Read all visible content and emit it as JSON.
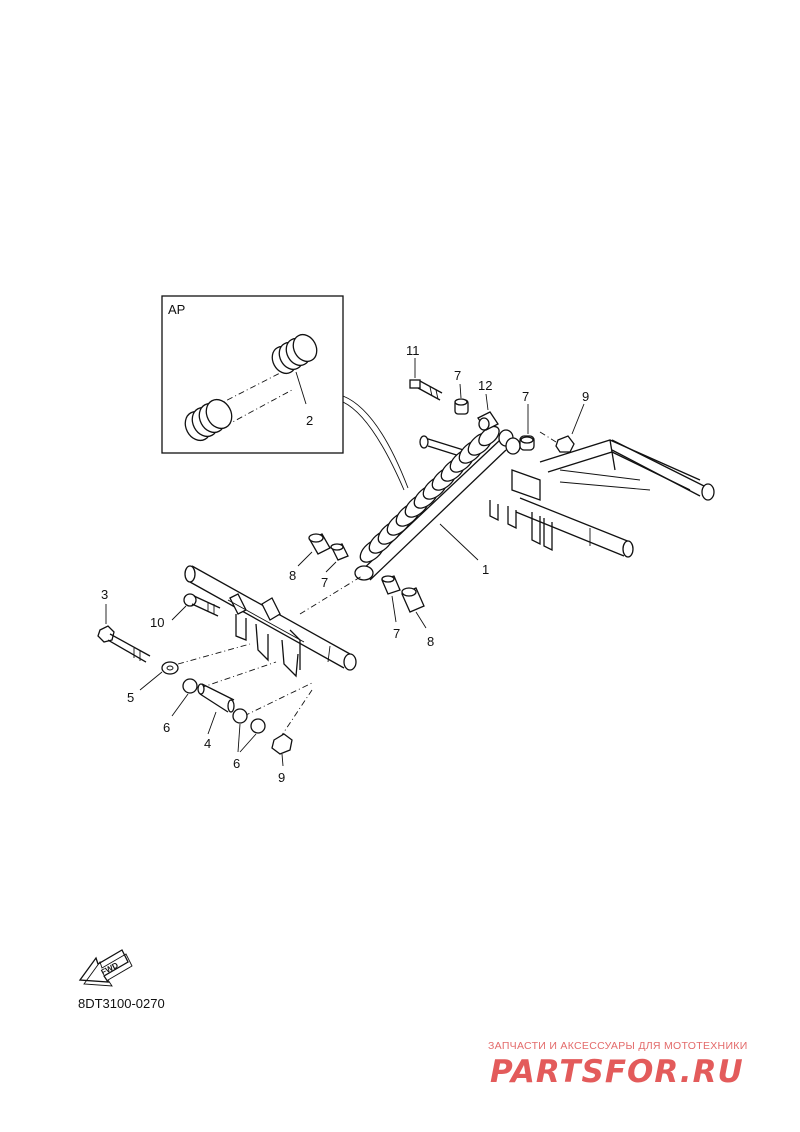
{
  "inset": {
    "label": "AP"
  },
  "callouts": {
    "p1": "1",
    "p2": "2",
    "p3": "3",
    "p4": "4",
    "p5": "5",
    "p6a": "6",
    "p6b": "6",
    "p7a": "7",
    "p7b": "7",
    "p7c": "7",
    "p7d": "7",
    "p8a": "8",
    "p8b": "8",
    "p9a": "9",
    "p9b": "9",
    "p10": "10",
    "p11": "11",
    "p12": "12"
  },
  "fwd": {
    "label": "FWD"
  },
  "drawing_code": "8DT3100-0270",
  "watermark": {
    "tagline": "ЗАПЧАСТИ И АКСЕССУАРЫ ДЛЯ МОТОТЕХНИКИ",
    "brand": "PARTSFOR.RU"
  },
  "colors": {
    "line": "#111111",
    "watermark": "#e35b5b"
  }
}
